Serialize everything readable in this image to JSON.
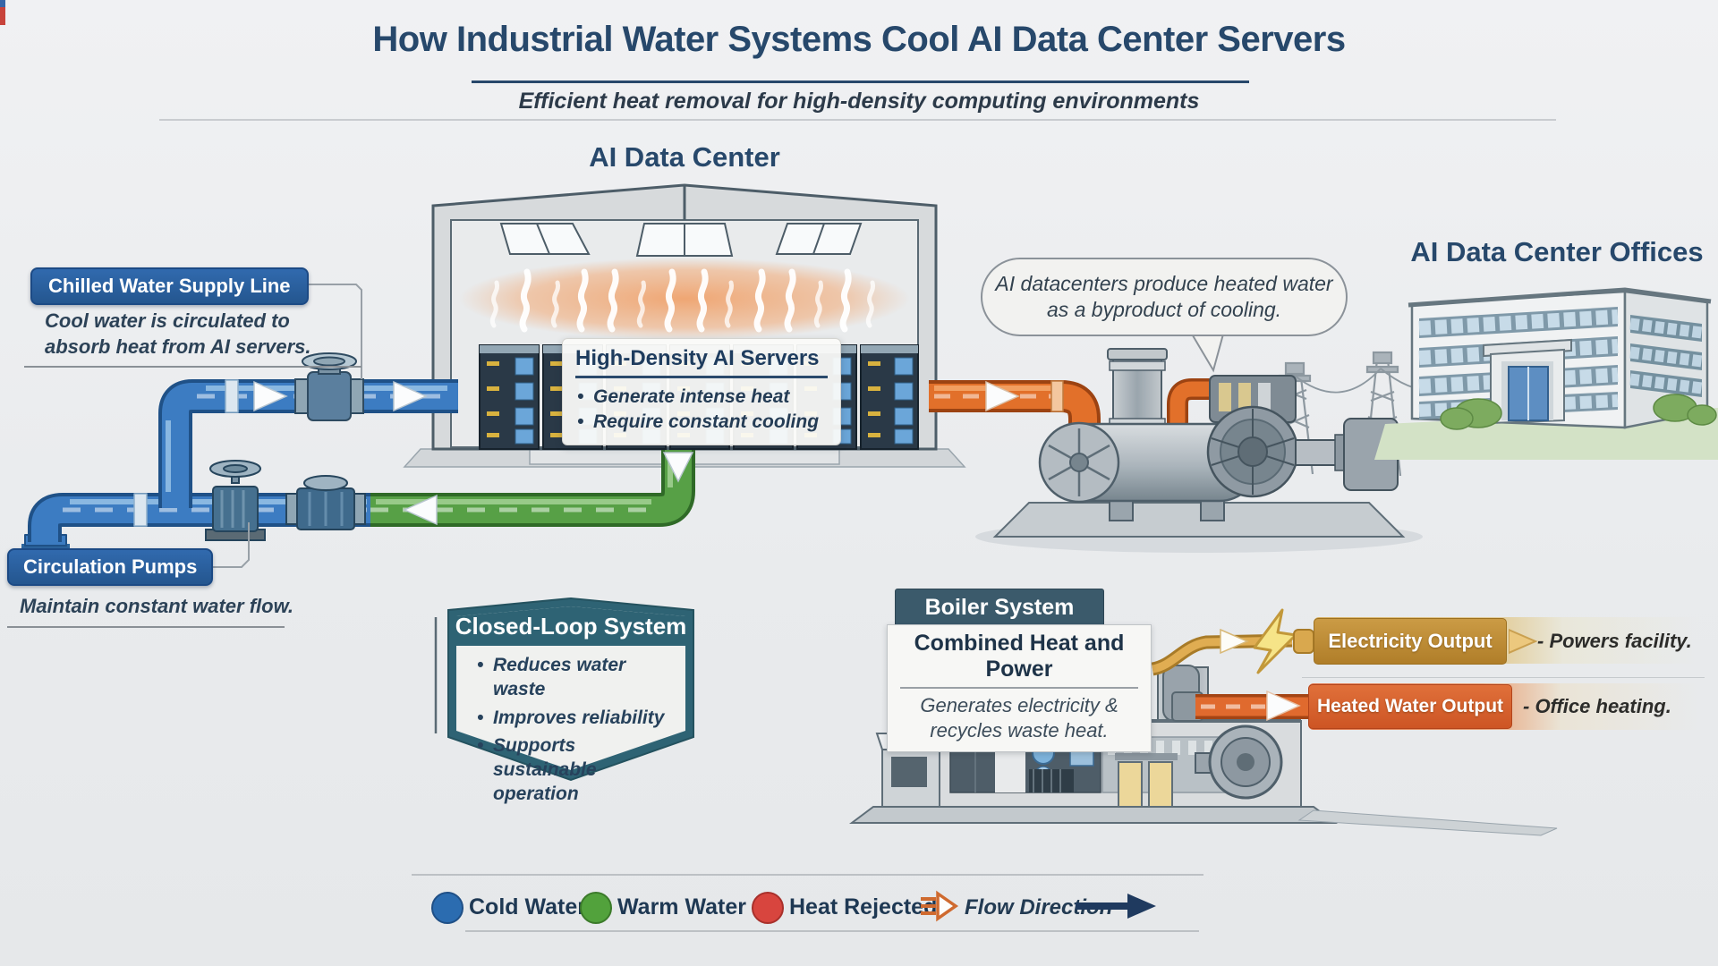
{
  "header": {
    "title": "How Industrial Water Systems Cool AI Data Center Servers",
    "subtitle": "Efficient heat removal for high-density computing environments"
  },
  "datacenter": {
    "label": "AI Data Center",
    "servers_card": {
      "title": "High-Density AI Servers",
      "bullets": [
        "Generate intense heat",
        "Require constant cooling"
      ]
    }
  },
  "chilled_water": {
    "label": "Chilled Water Supply Line",
    "description": "Cool water is circulated to absorb heat from AI servers."
  },
  "circulation_pumps": {
    "label": "Circulation Pumps",
    "description": "Maintain constant water flow."
  },
  "closed_loop": {
    "title": "Closed-Loop System",
    "bullets": [
      "Reduces water waste",
      "Improves reliability",
      "Supports sustainable operation"
    ]
  },
  "heated_water_callout": {
    "text": "AI datacenters produce heated water as a byproduct of cooling."
  },
  "offices": {
    "label": "AI Data Center Offices"
  },
  "boiler": {
    "header": "Boiler System",
    "subtitle": "Combined Heat and Power",
    "description": "Generates electricity & recycles waste heat."
  },
  "outputs": {
    "electricity": {
      "label": "Electricity Output",
      "note": "- Powers facility."
    },
    "heated_water": {
      "label": "Heated Water Output",
      "note": "- Office heating."
    }
  },
  "legend": {
    "items": [
      {
        "label": "Cold Water",
        "color": "#2b6cb0"
      },
      {
        "label": "Warm Water",
        "color": "#52a23c"
      },
      {
        "label": "Heat Rejected",
        "color": "#d8453e"
      }
    ],
    "flow_label": "Flow Direction"
  },
  "colors": {
    "accent_navy": "#27486b",
    "label_blue": "#2a5d9c",
    "pipe_cold": "#3c7cc2",
    "pipe_warm": "#57a046",
    "pipe_heat": "#e2702a",
    "shield_teal": "#2e6374",
    "boiler_slate": "#3b5a6b",
    "electricity_gold": "#b07e29",
    "heated_orange": "#d8602c"
  }
}
